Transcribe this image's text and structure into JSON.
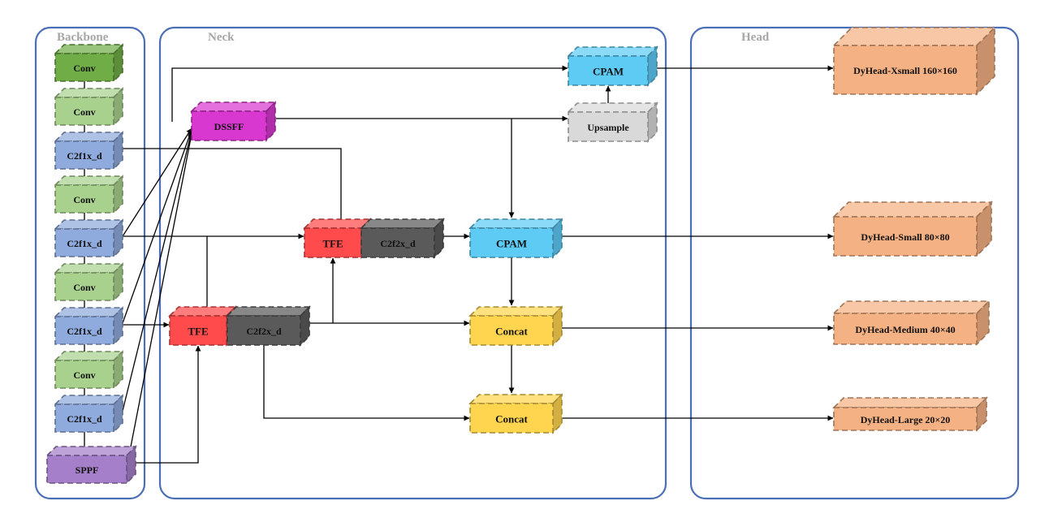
{
  "panels": {
    "backbone": "Backbone",
    "neck": "Neck",
    "head": "Head"
  },
  "colors": {
    "panel_border": "#4a6fb5",
    "panel_title": "#a6a6a6",
    "conv_dark": "#70ad47",
    "conv_light": "#a9d18e",
    "c2f1x_d": "#8faadc",
    "sppf": "#a57fc9",
    "dssff": "#d838d0",
    "upsample": "#d9d9d9",
    "cpam": "#5ecbf5",
    "tfe": "#ff4b4b",
    "c2f2x_d": "#5a5a5a",
    "concat": "#ffd54f",
    "dyhead": "#f4b183"
  },
  "backbone": {
    "blocks": [
      {
        "id": "bb-conv-1",
        "label": "Conv",
        "color": "conv_dark"
      },
      {
        "id": "bb-conv-2",
        "label": "Conv",
        "color": "conv_light"
      },
      {
        "id": "bb-c2f1x-d-1",
        "label": "C2f1x_d",
        "color": "c2f1x_d"
      },
      {
        "id": "bb-conv-3",
        "label": "Conv",
        "color": "conv_light"
      },
      {
        "id": "bb-c2f1x-d-2",
        "label": "C2f1x_d",
        "color": "c2f1x_d"
      },
      {
        "id": "bb-conv-4",
        "label": "Conv",
        "color": "conv_light"
      },
      {
        "id": "bb-c2f1x-d-3",
        "label": "C2f1x_d",
        "color": "c2f1x_d"
      },
      {
        "id": "bb-conv-5",
        "label": "Conv",
        "color": "conv_light"
      },
      {
        "id": "bb-c2f1x-d-4",
        "label": "C2f1x_d",
        "color": "c2f1x_d"
      },
      {
        "id": "bb-sppf",
        "label": "SPPF",
        "color": "sppf"
      }
    ]
  },
  "neck": {
    "blocks": [
      {
        "id": "dssff",
        "label": "DSSFF",
        "color": "dssff"
      },
      {
        "id": "upsample",
        "label": "Upsample",
        "color": "upsample"
      },
      {
        "id": "cpam-top",
        "label": "CPAM",
        "color": "cpam"
      },
      {
        "id": "tfe-upper",
        "label": "TFE",
        "color": "tfe"
      },
      {
        "id": "c2f2x-d-upper",
        "label": "C2f2x_d",
        "color": "c2f2x_d"
      },
      {
        "id": "cpam-mid",
        "label": "CPAM",
        "color": "cpam"
      },
      {
        "id": "tfe-lower",
        "label": "TFE",
        "color": "tfe"
      },
      {
        "id": "c2f2x-d-lower",
        "label": "C2f2x_d",
        "color": "c2f2x_d"
      },
      {
        "id": "concat-upper",
        "label": "Concat",
        "color": "concat"
      },
      {
        "id": "concat-lower",
        "label": "Concat",
        "color": "concat"
      }
    ]
  },
  "head": {
    "blocks": [
      {
        "id": "dyhead-xsmall",
        "label": "DyHead-Xsmall 160×160",
        "color": "dyhead"
      },
      {
        "id": "dyhead-small",
        "label": "DyHead-Small 80×80",
        "color": "dyhead"
      },
      {
        "id": "dyhead-medium",
        "label": "DyHead-Medium 40×40",
        "color": "dyhead"
      },
      {
        "id": "dyhead-large",
        "label": "DyHead-Large 20×20",
        "color": "dyhead"
      }
    ]
  },
  "connections": [
    [
      "bb-conv-1",
      "bb-conv-2"
    ],
    [
      "bb-conv-2",
      "bb-c2f1x-d-1"
    ],
    [
      "bb-c2f1x-d-1",
      "bb-conv-3"
    ],
    [
      "bb-conv-3",
      "bb-c2f1x-d-2"
    ],
    [
      "bb-c2f1x-d-2",
      "bb-conv-4"
    ],
    [
      "bb-conv-4",
      "bb-c2f1x-d-3"
    ],
    [
      "bb-c2f1x-d-3",
      "bb-conv-5"
    ],
    [
      "bb-conv-5",
      "bb-c2f1x-d-4"
    ],
    [
      "bb-c2f1x-d-4",
      "bb-sppf"
    ],
    [
      "bb-c2f1x-d-2",
      "dssff"
    ],
    [
      "bb-c2f1x-d-3",
      "dssff"
    ],
    [
      "bb-c2f1x-d-4",
      "dssff"
    ],
    [
      "bb-sppf",
      "dssff"
    ],
    [
      "bb-c2f1x-d-1",
      "tfe-upper"
    ],
    [
      "bb-c2f1x-d-2",
      "tfe-upper"
    ],
    [
      "bb-c2f1x-d-2",
      "tfe-lower"
    ],
    [
      "bb-c2f1x-d-3",
      "tfe-lower"
    ],
    [
      "bb-sppf",
      "tfe-lower"
    ],
    [
      "dssff",
      "cpam-top"
    ],
    [
      "dssff",
      "upsample"
    ],
    [
      "dssff",
      "cpam-mid"
    ],
    [
      "upsample",
      "cpam-top"
    ],
    [
      "c2f2x-d-upper",
      "cpam-mid"
    ],
    [
      "c2f2x-d-lower",
      "tfe-upper"
    ],
    [
      "c2f2x-d-lower",
      "concat-upper"
    ],
    [
      "c2f2x-d-lower",
      "concat-lower"
    ],
    [
      "cpam-mid",
      "concat-upper"
    ],
    [
      "concat-upper",
      "concat-lower"
    ],
    [
      "cpam-top",
      "dyhead-xsmall"
    ],
    [
      "cpam-mid",
      "dyhead-small"
    ],
    [
      "concat-upper",
      "dyhead-medium"
    ],
    [
      "concat-lower",
      "dyhead-large"
    ]
  ]
}
